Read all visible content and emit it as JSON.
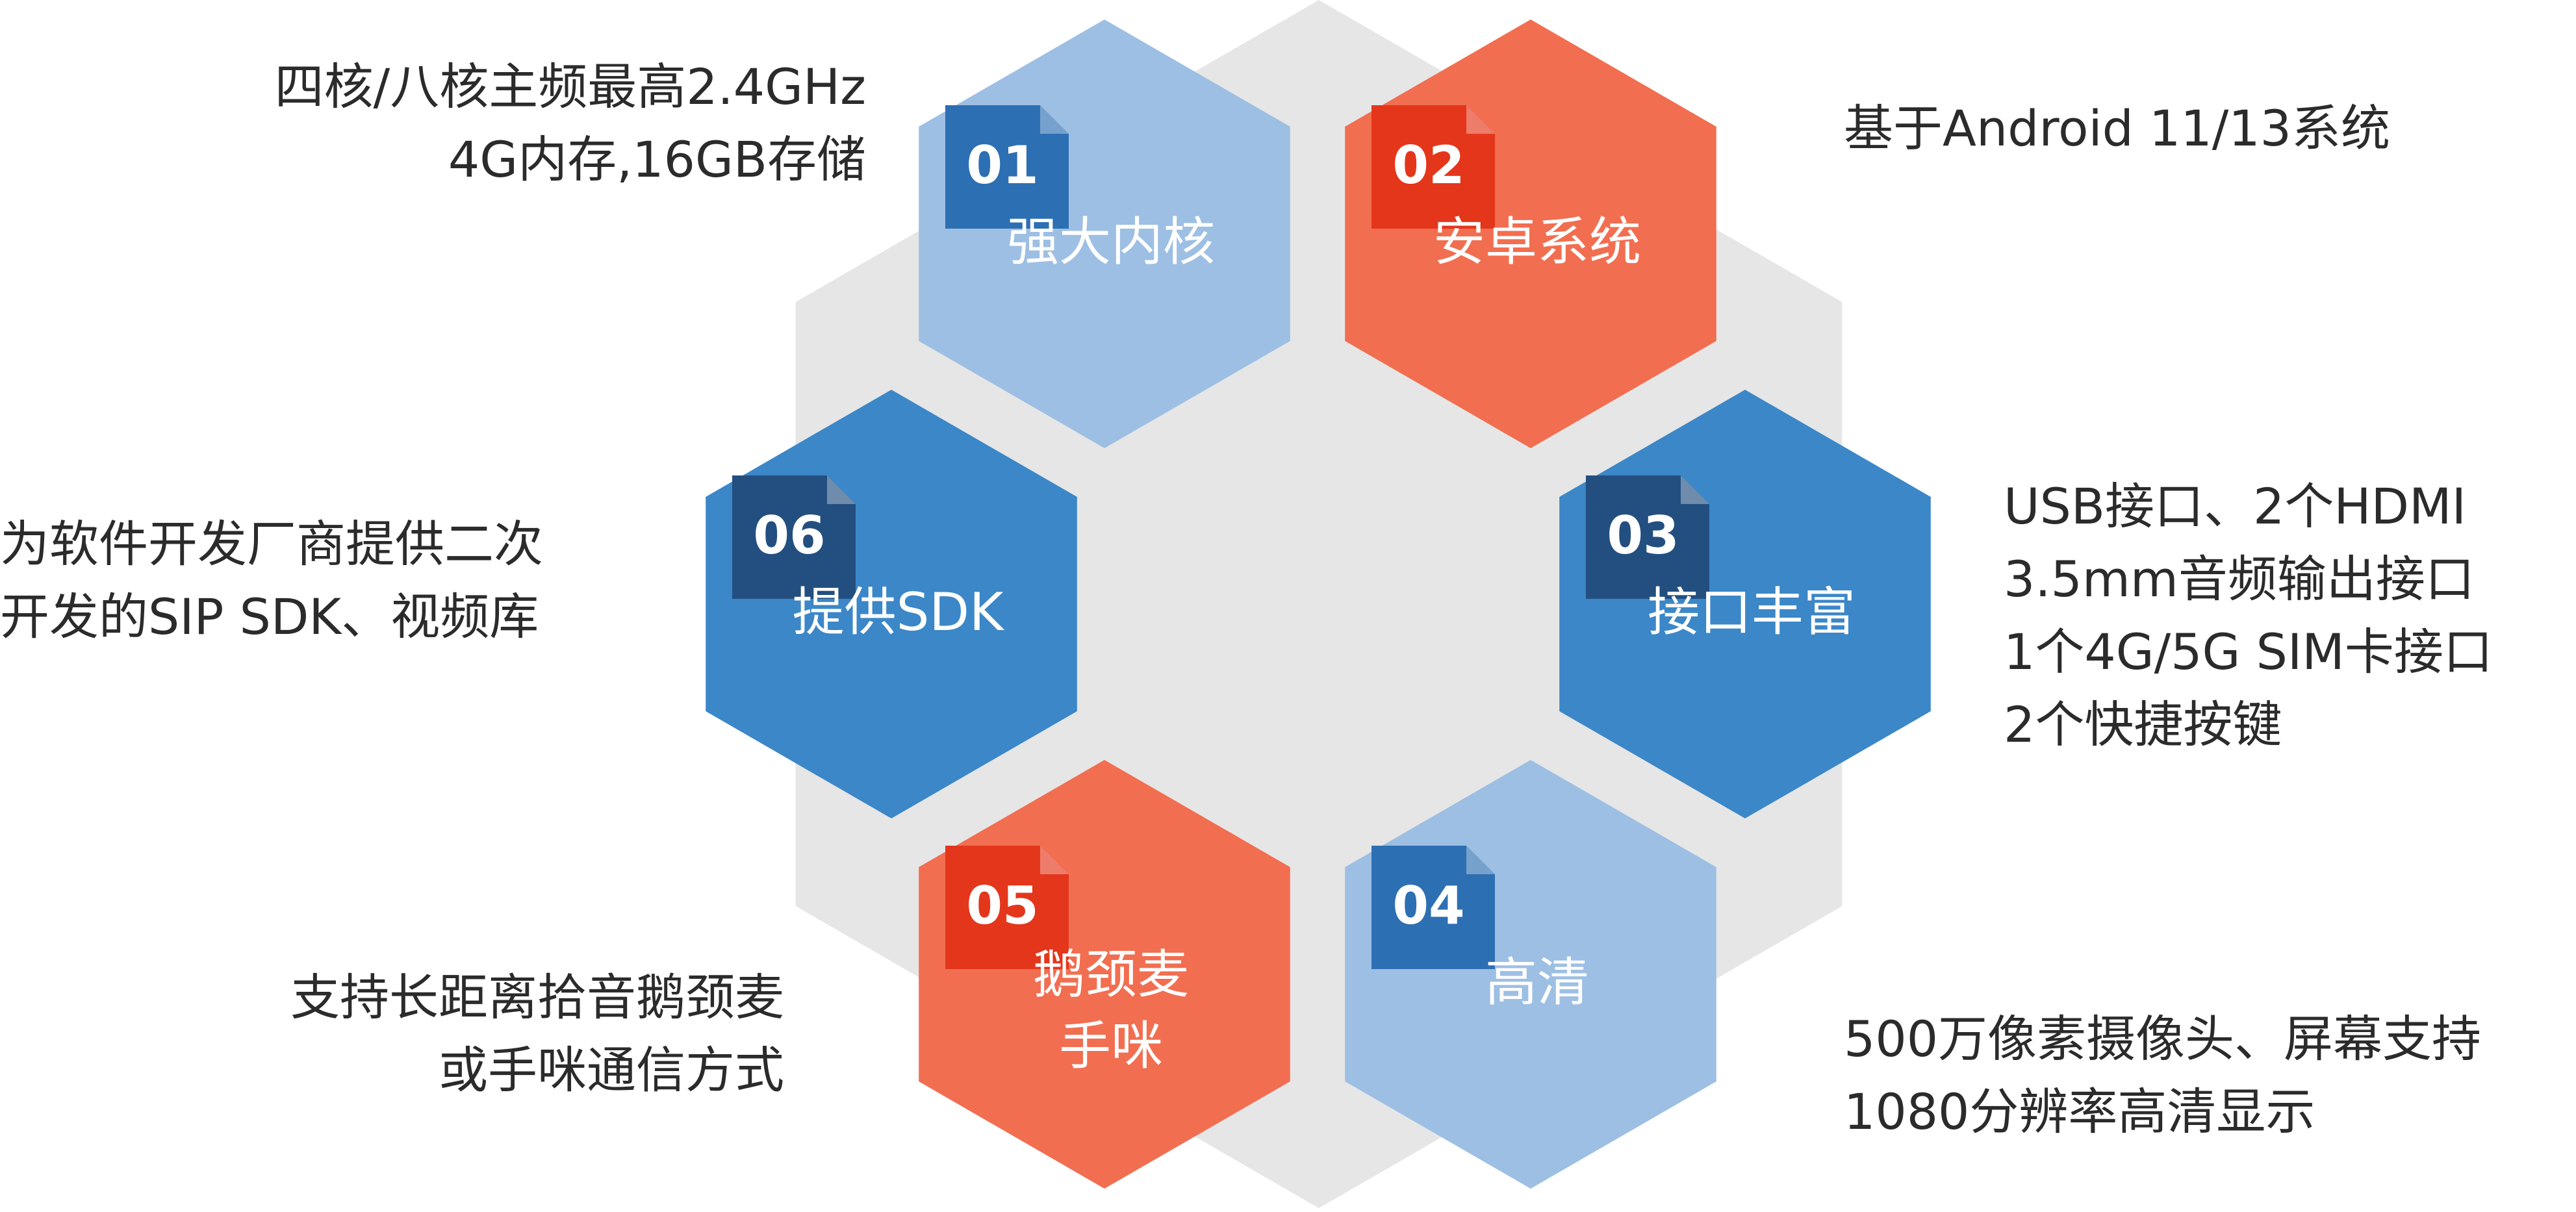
{
  "colors": {
    "background_hex": "#e6e6e6",
    "light_blue": "#9dbfe3",
    "mid_blue": "#3b87c8",
    "orange": "#f26e50",
    "tab_blue": "#2d6fb3",
    "tab_dark_blue": "#234f80",
    "tab_red": "#e4361b",
    "text_dark": "#2b2b2b",
    "text_white": "#ffffff"
  },
  "features": [
    {
      "id": "core",
      "number": "01",
      "title_lines": [
        "强大内核"
      ],
      "fill": "light_blue",
      "tab": "tab_blue",
      "description_lines": [
        "四核/八核主频最高2.4GHz",
        "4G内存,16GB存储"
      ]
    },
    {
      "id": "android",
      "number": "02",
      "title_lines": [
        "安卓系统"
      ],
      "fill": "orange",
      "tab": "tab_red",
      "description_lines": [
        "基于Android 11/13系统"
      ]
    },
    {
      "id": "interfaces",
      "number": "03",
      "title_lines": [
        "接口丰富"
      ],
      "fill": "mid_blue",
      "tab": "tab_dark_blue",
      "description_lines": [
        "USB接口、2个HDMI",
        "3.5mm音频输出接口",
        "1个4G/5G SIM卡接口",
        "2个快捷按键"
      ]
    },
    {
      "id": "hd",
      "number": "04",
      "title_lines": [
        "高清"
      ],
      "fill": "light_blue",
      "tab": "tab_blue",
      "description_lines": [
        "500万像素摄像头、屏幕支持",
        "1080分辨率高清显示"
      ]
    },
    {
      "id": "mic",
      "number": "05",
      "title_lines": [
        "鹅颈麦",
        "手咪"
      ],
      "fill": "orange",
      "tab": "tab_red",
      "description_lines": [
        "支持长距离拾音鹅颈麦",
        "或手咪通信方式"
      ]
    },
    {
      "id": "sdk",
      "number": "06",
      "title_lines": [
        "提供SDK"
      ],
      "fill": "mid_blue",
      "tab": "tab_dark_blue",
      "description_lines": [
        "为软件开发厂商提供二次",
        "开发的SIP SDK、视频库"
      ]
    }
  ]
}
